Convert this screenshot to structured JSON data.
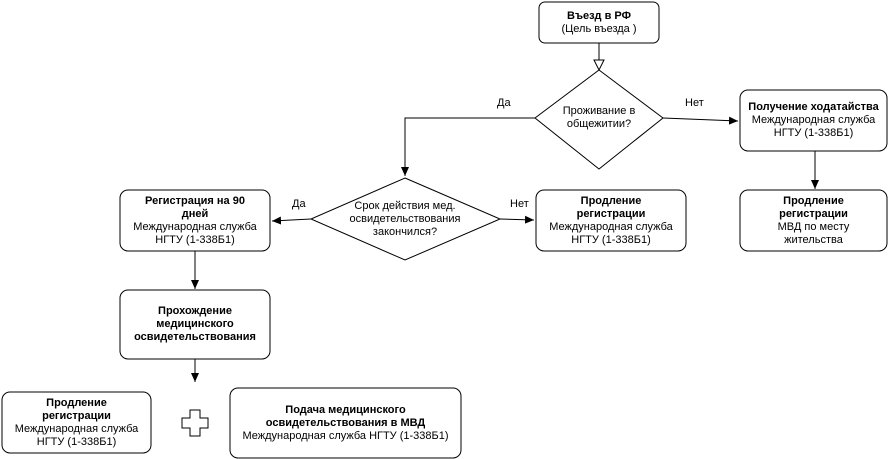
{
  "nodes": {
    "entry": {
      "title": "Въезд в РФ",
      "sub": "(Цель въезда )"
    },
    "dorm": {
      "text": "Проживание в общежитии?"
    },
    "petition": {
      "title": "Получение ходатайства",
      "sub": "Международная служба НГТУ (1-338Б1)"
    },
    "reg_mvd": {
      "title": "Продление регистрации",
      "sub": "МВД по месту жительства"
    },
    "med_expired": {
      "text": "Срок действия мед. освидетельствования закончился?"
    },
    "reg90": {
      "title": "Регистрация на 90 дней",
      "sub": "Международная служба НГТУ (1-338Б1)"
    },
    "reg_ext_mid": {
      "title": "Продление регистрации",
      "sub": "Международная служба НГТУ (1-338Б1)"
    },
    "medical": {
      "title": "Прохождение медицинского освидетельствования"
    },
    "reg_ext_left": {
      "title": "Продление регистрации",
      "sub": "Международная служба НГТУ (1-338Б1)"
    },
    "submit_mvd": {
      "title": "Подача медицинского освидетельствования в МВД",
      "sub": "Международная служба НГТУ (1-338Б1)"
    }
  },
  "edge_labels": {
    "dorm_yes": "Да",
    "dorm_no": "Нет",
    "med_yes": "Да",
    "med_no": "Нет"
  }
}
